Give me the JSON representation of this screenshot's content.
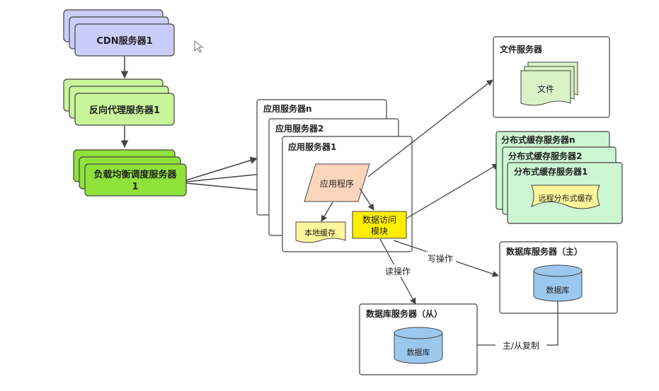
{
  "colors": {
    "cdn_fill": "#c9cdf7",
    "proxy_fill": "#c8f59a",
    "lb_fill": "#8fe23a",
    "cache_server_fill": "#cdf6d3",
    "doc_yellow": "#fff59a",
    "app_program_fill": "#fbd6bd",
    "data_access_fill": "#ffee00",
    "db_fill": "#9cc8ef",
    "file_doc_fill": "#d9f2c6",
    "stroke": "#444444"
  },
  "nodes": {
    "cdn": "CDN服务器1",
    "reverse_proxy": "反向代理服务器1",
    "load_balancer_line1": "负载均衡调度服务器",
    "load_balancer_line2": "1",
    "app_server_n": "应用服务器n",
    "app_server_2": "应用服务器2",
    "app_server_1": "应用服务器1",
    "app_program": "应用程序",
    "local_cache": "本地缓存",
    "data_access_line1": "数据访问",
    "data_access_line2": "模块",
    "file_server": "文件服务器",
    "file_doc": "文件",
    "cache_server_n": "分布式缓存服务器n",
    "cache_server_2": "分布式缓存服务器2",
    "cache_server_1": "分布式缓存服务器1",
    "remote_cache": "远程分布式缓存",
    "db_master": "数据库服务器（主）",
    "db_master_cyl": "数据库",
    "db_slave": "数据库服务器（从）",
    "db_slave_cyl": "数据库"
  },
  "edges": {
    "read_op": "读操作",
    "write_op": "写操作",
    "replication": "主/从复制"
  }
}
